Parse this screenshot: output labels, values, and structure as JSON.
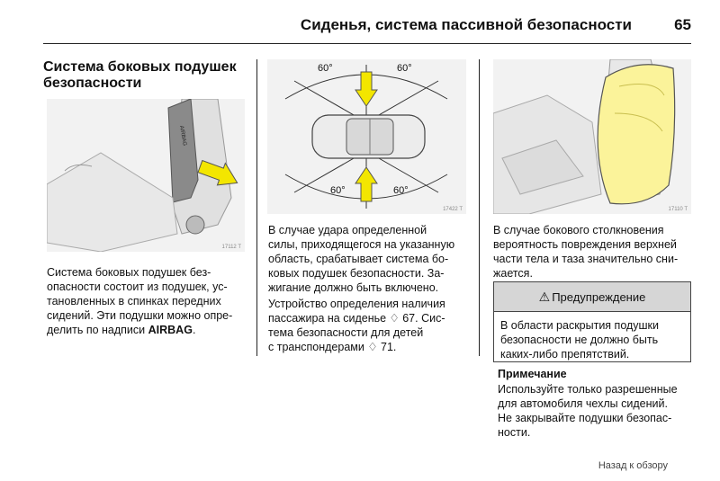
{
  "header": {
    "title": "Сиденья, система пассивной безопасности",
    "page_number": "65"
  },
  "section": {
    "title_line1": "Система боковых подушек",
    "title_line2": "безопасности"
  },
  "figures": [
    {
      "code": "17112 T",
      "airbag_label": "AIRBAG"
    },
    {
      "code": "17422 T",
      "angle_top_left": "60°",
      "angle_top_right": "60°",
      "angle_bottom_left": "60°",
      "angle_bottom_right": "60°"
    },
    {
      "code": "17110 T"
    }
  ],
  "col1": {
    "lines": [
      "Система боковых подушек без-",
      "опасности состоит из подушек, ус-",
      "тановленных в спинках передних",
      "сидений. Эти подушки можно опре-"
    ],
    "last_prefix": "делить по надписи ",
    "last_bold": "AIRBAG",
    "last_suffix": "."
  },
  "col2": {
    "para1": [
      "В случае удара определенной",
      "силы, приходящегося на указанную",
      "область, срабатывает система бо-",
      "ковых подушек безопасности. За-",
      "жигание должно быть включено."
    ],
    "para2": [
      "Устройство определения наличия",
      "пассажира на сиденье ♢ 67. Сис-",
      "тема безопасности для детей",
      "с транспондерами ♢ 71."
    ]
  },
  "col3": {
    "para1": [
      "В случае бокового столкновения",
      "вероятность повреждения верхней",
      "части тела и таза значительно сни-",
      "жается."
    ],
    "warning_title": "Предупреждение",
    "warning_text": [
      "В области раскрытия подушки",
      "безопасности не должно быть",
      "каких-либо препятствий."
    ],
    "note_title": "Примечание",
    "note_text": [
      "Используйте только разрешенные",
      "для автомобиля чехлы сидений.",
      "Не закрывайте подушки безопас-",
      "ности."
    ]
  },
  "footer": {
    "back_link": "Назад к обзору"
  }
}
